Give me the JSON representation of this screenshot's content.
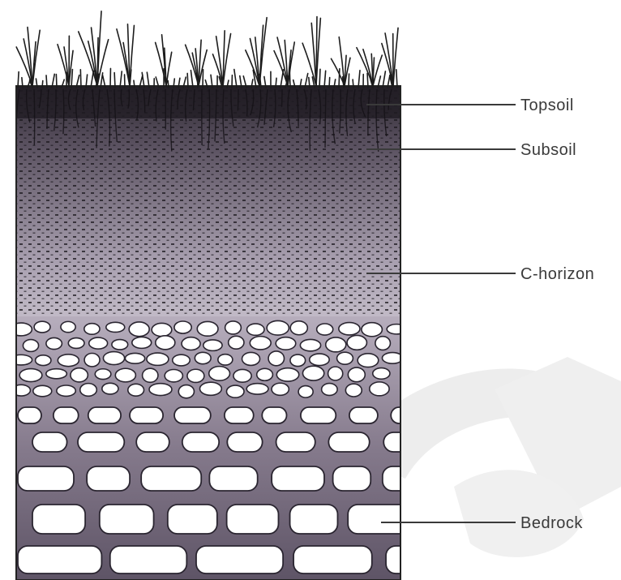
{
  "diagram": {
    "labels": {
      "topsoil": "Topsoil",
      "subsoil": "Subsoil",
      "c_horizon": "C-horizon",
      "bedrock": "Bedrock"
    }
  },
  "colors": {
    "soil_dark": "#2f2a33",
    "soil_mid": "#8a7f92",
    "soil_light": "#d9d3de",
    "rock_fill": "#ffffff",
    "rock_matrix": "#6d6275",
    "watermark": "#d8d8d8"
  }
}
